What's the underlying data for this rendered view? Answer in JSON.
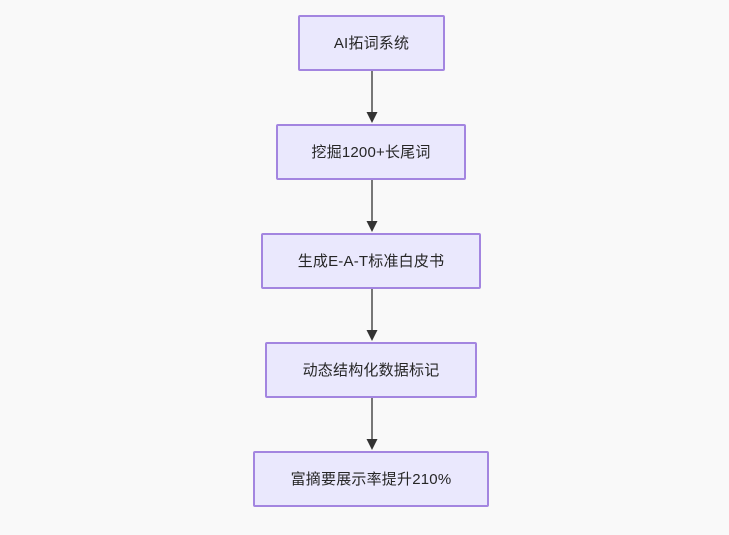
{
  "diagram": {
    "type": "flowchart",
    "orientation": "top-to-bottom",
    "background_color": "#f9f9f9",
    "node_fill_color": "#eae8fd",
    "node_border_color": "#a385e0",
    "node_text_color": "#262626",
    "connector_color": "#777777",
    "nodes": [
      {
        "id": "n1",
        "label": "AI拓词系统"
      },
      {
        "id": "n2",
        "label": "挖掘1200+长尾词"
      },
      {
        "id": "n3",
        "label": "生成E-A-T标准白皮书"
      },
      {
        "id": "n4",
        "label": "动态结构化数据标记"
      },
      {
        "id": "n5",
        "label": "富摘要展示率提升210%"
      }
    ],
    "edges": [
      {
        "from": "n1",
        "to": "n2"
      },
      {
        "from": "n2",
        "to": "n3"
      },
      {
        "from": "n3",
        "to": "n4"
      },
      {
        "from": "n4",
        "to": "n5"
      }
    ]
  }
}
